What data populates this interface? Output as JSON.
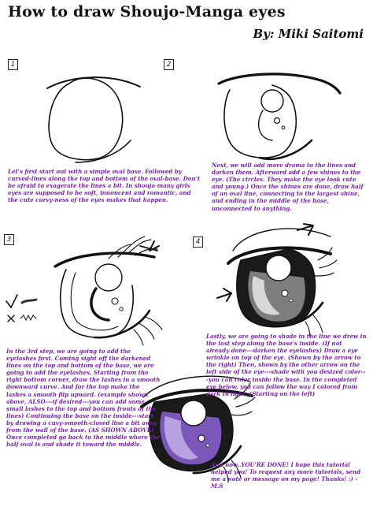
{
  "header": {
    "title": "How to draw Shoujo-Manga eyes",
    "byline": "By: Miki Saitomi"
  },
  "steps": [
    {
      "number": "1",
      "caption": "Let's first start out with a simple oval base. Followed by curved-lines along the top and bottom of the oval-base. Don't be afraid to exagerate the lines a bit. In shoujo many girls eyes are supposed to be soft, innoncent and romantic, and the cute curvy-ness of the eyes makes that happen."
    },
    {
      "number": "2",
      "caption": "Next, we will add more drama to the lines and darken them. Afterward add a few shines to the eye. (The circles. They make the eye look cute and young.) Once the shines are done, draw half of an oval line, connecting to the largest shine, and ending in the middle of the base, unconnected to anything."
    },
    {
      "number": "3",
      "caption": "In the 3rd step, we are going to add the eyelashes first. Coming sight off the darkened lines on the top and bottom of the base, we are going to add the eyelashes. Starting from the right bottom corner, draw the lashes in a smooth downward curve. And for the top make the lashes a smooth flip upward. (example shown above, ALSO---if desired---you can add some small lashes to the top and bottom fronts of the lines) Continuing the base on the inside---start by drawing a cuvy-smooth-closed line a bit away from the wall of the base. (AS SHOWN ABOVE) Once completed go back to the middle where the half oval is and shade it toward the middle."
    },
    {
      "number": "4",
      "caption": "Lastly, we are going to shade in the line we drew in the last step along the base's inside. (If not already done---darken the eyelashes) Draw a eye wrinkle on top of the eye. (Shown by the arrow to the right) Then, shown by the other arrow on the left side of the eye---shade with you desized color---you can color inside the base. In the completed eye below, you can follow the way I colored from dark to light. (Starting on the left)"
    }
  ],
  "closing": "And now..YOU'RE DONE! I hope this tutorial helped you! To request any more tutorials, send me a note or message on my page! Thanks! :) -M.S",
  "colors": {
    "caption_text": "#7a1fa8",
    "iris_purple": "#8a63c9",
    "ink": "#111111"
  }
}
